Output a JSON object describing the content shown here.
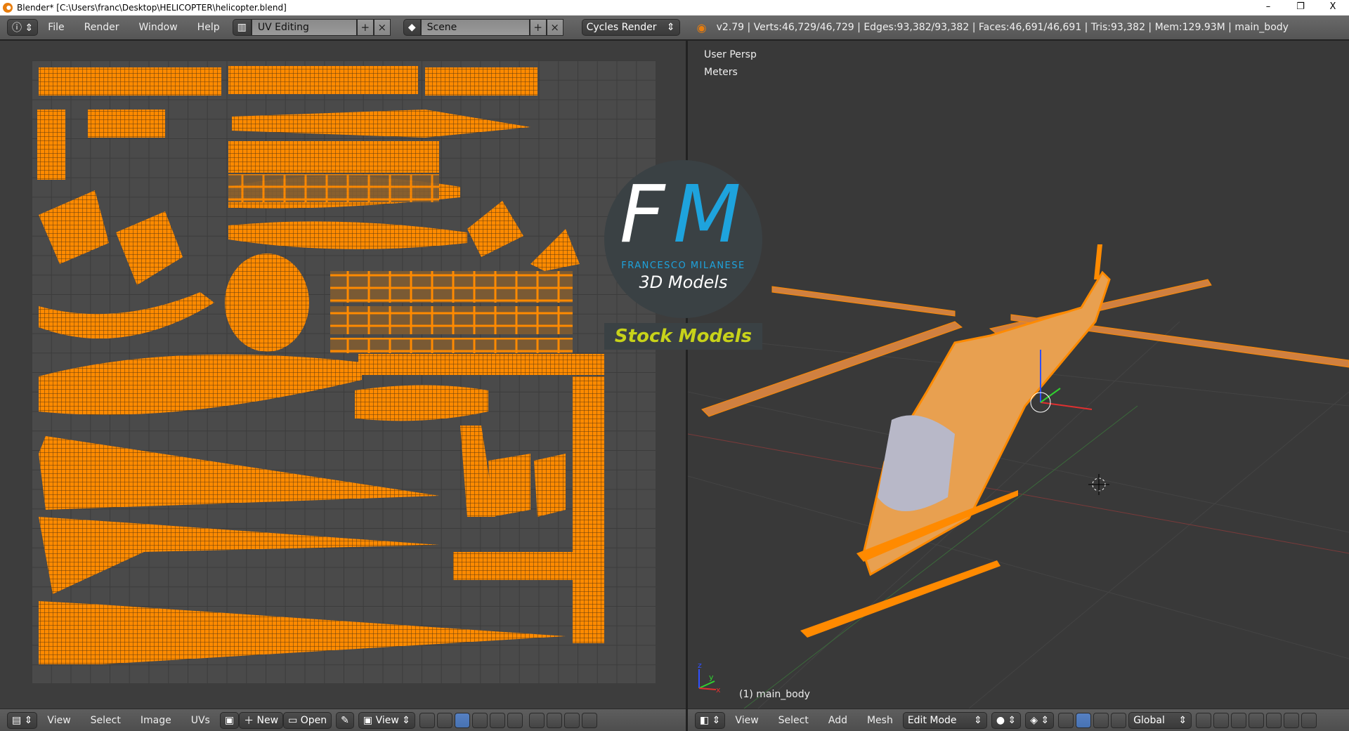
{
  "window": {
    "title": "Blender* [C:\\Users\\franc\\Desktop\\HELICOPTER\\helicopter.blend]",
    "controls": [
      "–",
      "❐",
      "X"
    ]
  },
  "topbar": {
    "menus": [
      "File",
      "Render",
      "Window",
      "Help"
    ],
    "layout": "UV Editing",
    "scene": "Scene",
    "engine": "Cycles Render",
    "stats": "v2.79 | Verts:46,729/46,729 | Edges:93,382/93,382 | Faces:46,691/46,691 | Tris:93,382 | Mem:129.93M | main_body"
  },
  "uv_editor": {
    "menus": [
      "View",
      "Select",
      "Image",
      "UVs"
    ],
    "new_label": "New",
    "open_label": "Open",
    "view_label": "View"
  },
  "viewport": {
    "view_name": "User Persp",
    "units": "Meters",
    "object_label": "(1) main_body",
    "menus": [
      "View",
      "Select",
      "Add",
      "Mesh"
    ],
    "mode": "Edit Mode",
    "orientation": "Global",
    "axes": [
      "z",
      "y",
      "x"
    ]
  },
  "watermark": {
    "initial1": "F",
    "initial2": "M",
    "name": "FRANCESCO MILANESE",
    "sub": "3D Models",
    "banner": "Stock Models"
  },
  "colors": {
    "uv_orange": "#ff8a00",
    "logo_blue": "#1ea3dd",
    "banner_yellow": "#c7d21a",
    "logo_bg": "#3a4144"
  }
}
